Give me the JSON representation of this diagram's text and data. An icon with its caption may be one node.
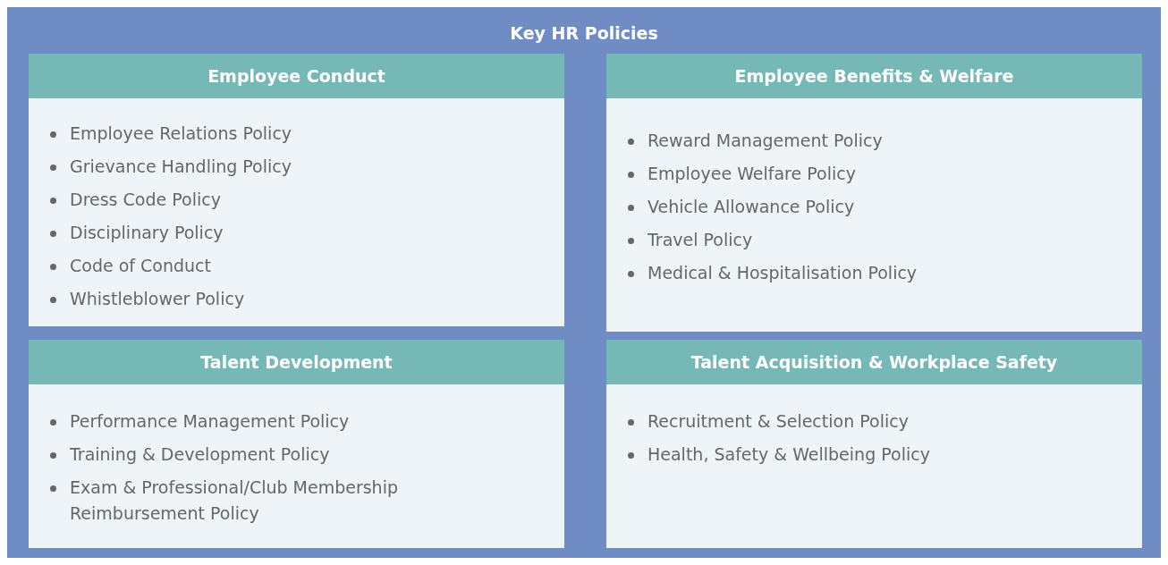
{
  "diagram": {
    "nodes": [
      {
        "text": [
          "Key HR Policies"
        ]
      },
      {
        "text": [
          "Employee Conduct",
          "Employee Relations Policy",
          "Grievance Handling Policy",
          "Dress Code Policy",
          "Disciplinary Policy",
          "Code of Conduct",
          "Whistleblower Policy"
        ],
        "in": 0
      },
      {
        "text": [
          "Employee Benefits & Welfare",
          "Reward Management Policy",
          "Employee Welfare Policy",
          "Vehicle Allowance Policy",
          "Travel Policy",
          "Medical & Hospitalisation Policy"
        ],
        "in": 0
      },
      {
        "text": [
          "Talent Development",
          "Performance Management Policy",
          "Training & Development Policy",
          "Exam & Professional/Club Membership Reimbursement Policy"
        ],
        "in": 0
      },
      {
        "text": [
          "Talent Acquisition & Workplace Safety",
          "Recruitment & Selection Policy",
          "Health, Safety & Wellbeing Policy"
        ],
        "in": 0
      }
    ],
    "edges": []
  }
}
